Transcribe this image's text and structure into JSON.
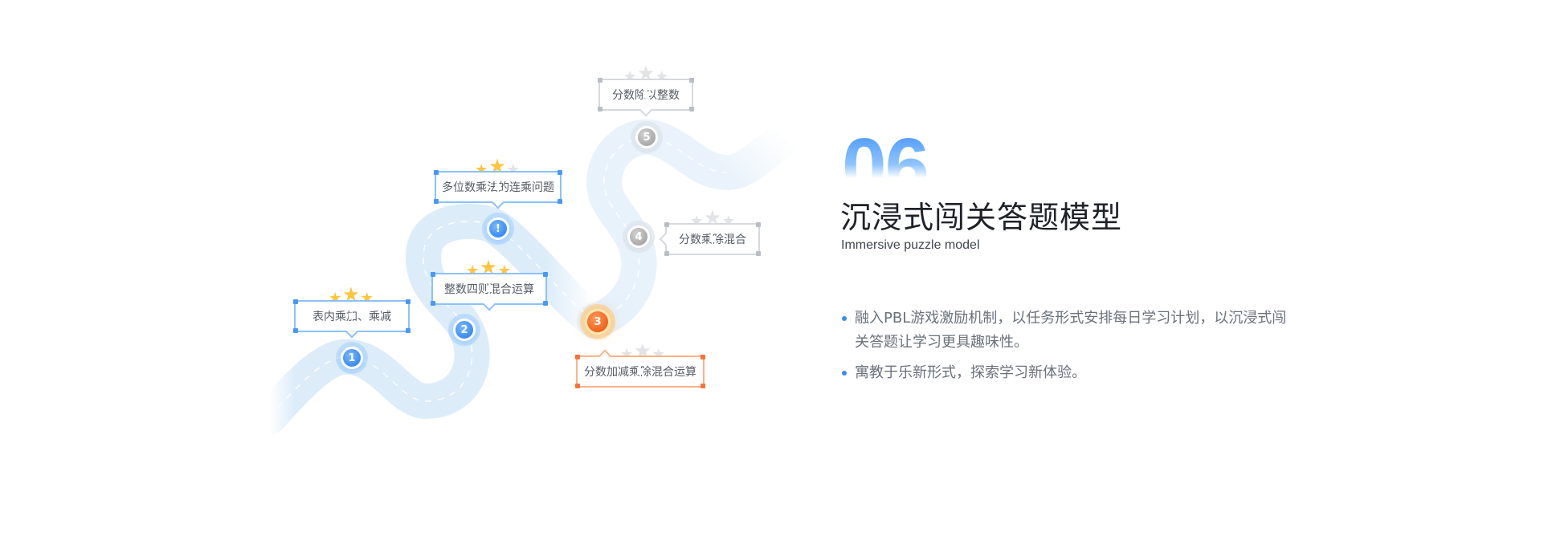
{
  "section": {
    "number": "06",
    "title": "沉浸式闯关答题模型",
    "subtitle": "Immersive puzzle model",
    "bullets": [
      "融入PBL游戏激励机制，以任务形式安排每日学习计划，以沉浸式闯关答题让学习更具趣味性。",
      "寓教于乐新形式，探索学习新体验。"
    ]
  },
  "levels": [
    {
      "marker": "1",
      "name": "表内乘加、乘减",
      "stars_earned": 3,
      "stars_total": 3,
      "state": "completed",
      "color": "#3a8cf2"
    },
    {
      "marker": "2",
      "name": "整数四则混合运算",
      "stars_earned": 3,
      "stars_total": 3,
      "state": "completed",
      "color": "#3a8cf2"
    },
    {
      "marker": "!",
      "name": "多位数乘法的连乘问题",
      "stars_earned": 2,
      "stars_total": 3,
      "state": "completed",
      "color": "#3a8cf2"
    },
    {
      "marker": "3",
      "name": "分数加减乘除混合运算",
      "stars_earned": 0,
      "stars_total": 3,
      "state": "current",
      "color": "#f2621e"
    },
    {
      "marker": "4",
      "name": "分数乘除混合",
      "stars_earned": 0,
      "stars_total": 3,
      "state": "locked",
      "color": "#a8a8a8"
    },
    {
      "marker": "5",
      "name": "分数除以整数",
      "stars_earned": 0,
      "stars_total": 3,
      "state": "locked",
      "color": "#a8a8a8"
    }
  ],
  "icons": {
    "star": "★",
    "path": "winding-road"
  },
  "colors": {
    "accent": "#3a8cf2",
    "current": "#f2621e",
    "locked": "#a8a8a8",
    "star_on": "#ffc53d",
    "star_off": "#e1e3e6",
    "road": "#dcecf9"
  }
}
